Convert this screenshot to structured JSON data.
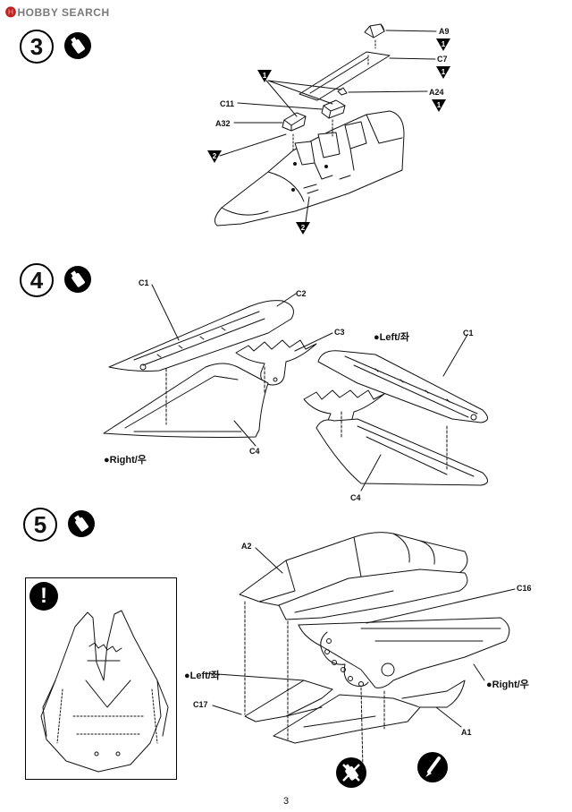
{
  "watermark": {
    "mark": "🅗",
    "text": "HOBBY SEARCH"
  },
  "steps": [
    {
      "number": "3"
    },
    {
      "number": "4"
    },
    {
      "number": "5"
    }
  ],
  "step3": {
    "parts": {
      "a9": "A9",
      "c7": "C7",
      "a24": "A24",
      "c11": "C11",
      "a32": "A32"
    },
    "markers": {
      "m1": "1",
      "m2": "2"
    }
  },
  "step4": {
    "parts": {
      "c1": "C1",
      "c2": "C2",
      "c3": "C3",
      "c4": "C4"
    },
    "left_label": "●Left/좌",
    "right_label": "●Right/우"
  },
  "step5": {
    "parts": {
      "a2": "A2",
      "c16": "C16",
      "c17": "C17",
      "a1": "A1"
    },
    "left_label": "●Left/좌",
    "right_label": "●Right/우",
    "warning_symbol": "!"
  },
  "icons": {
    "glue": "glue-bottle-icon",
    "warning": "exclamation-icon",
    "no_glue": "no-glue-icon",
    "knife": "hobby-knife-icon",
    "step_marker": "black-triangle-icon"
  },
  "colors": {
    "ink": "#111111",
    "paper": "#ffffff",
    "watermark": "#7a7a7a",
    "watermark_mark": "#c02020"
  },
  "page_number": "3"
}
